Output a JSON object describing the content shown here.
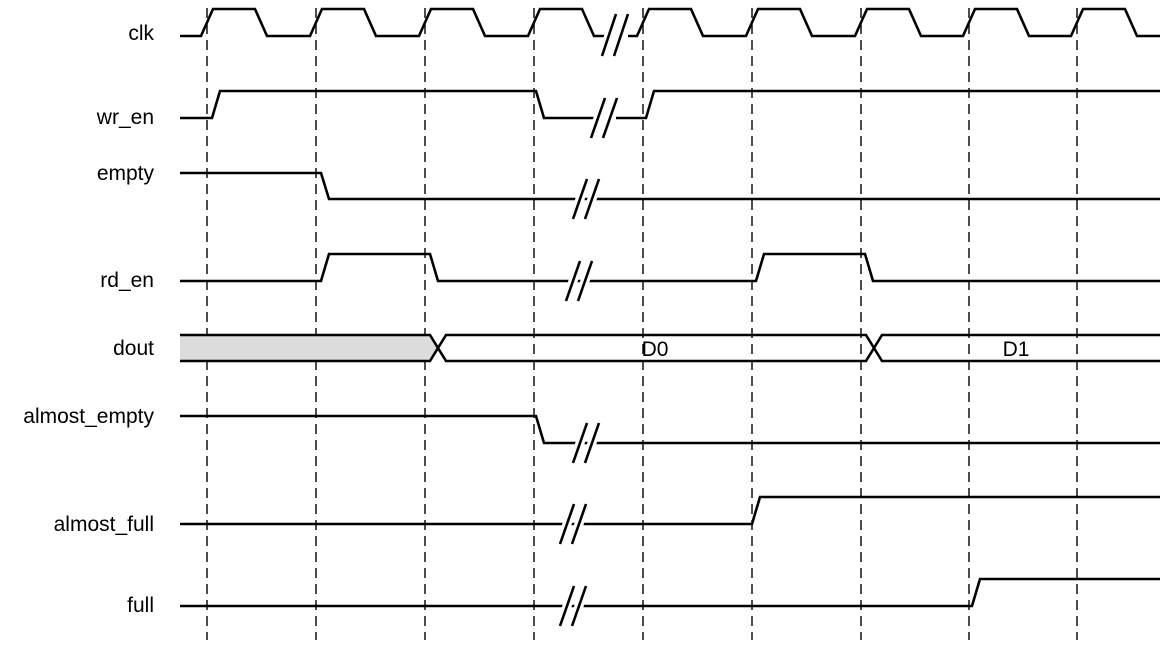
{
  "diagram": {
    "type": "timing-diagram",
    "signals": [
      {
        "id": "clk",
        "label": "clk",
        "kind": "clock"
      },
      {
        "id": "wr_en",
        "label": "wr_en",
        "kind": "digital"
      },
      {
        "id": "empty",
        "label": "empty",
        "kind": "digital"
      },
      {
        "id": "rd_en",
        "label": "rd_en",
        "kind": "digital"
      },
      {
        "id": "dout",
        "label": "dout",
        "kind": "bus",
        "values": [
          "",
          "D0",
          "D1"
        ]
      },
      {
        "id": "almost_empty",
        "label": "almost_empty",
        "kind": "digital"
      },
      {
        "id": "almost_full",
        "label": "almost_full",
        "kind": "digital"
      },
      {
        "id": "full",
        "label": "full",
        "kind": "digital"
      }
    ]
  }
}
